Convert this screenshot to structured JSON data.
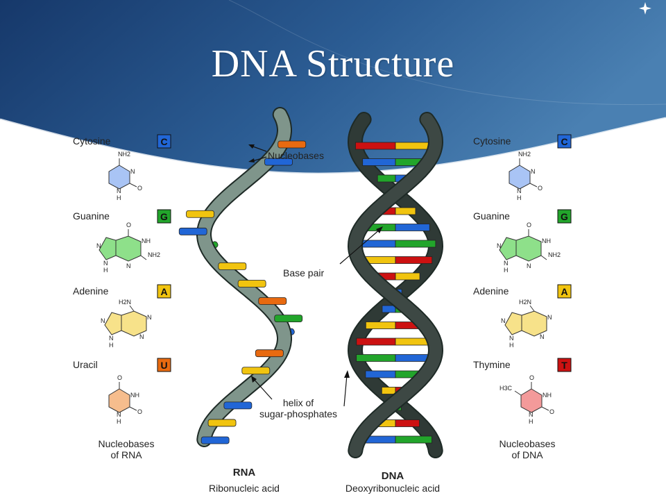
{
  "slide": {
    "title": "DNA Structure",
    "colors": {
      "header_dark": "#163a6e",
      "header_light": "#3f77aa",
      "rna_backbone": "#7f958b",
      "dna_backbone": "#3d4844",
      "cytosine": "#2166d6",
      "guanine": "#22a52b",
      "adenine": "#f1c40f",
      "uracil": "#e86a10",
      "thymine": "#cc1111"
    }
  },
  "rna_panel": {
    "bases": [
      {
        "name": "Cytosine",
        "letter": "C",
        "color": "#2166d6",
        "fill": "#a9c4f5",
        "atoms": [
          "NH2",
          "N",
          "N",
          "H",
          "O"
        ]
      },
      {
        "name": "Guanine",
        "letter": "G",
        "color": "#22a52b",
        "fill": "#8ee08a",
        "atoms": [
          "O",
          "NH",
          "NH2",
          "N",
          "N",
          "N",
          "H"
        ]
      },
      {
        "name": "Adenine",
        "letter": "A",
        "color": "#f1c40f",
        "fill": "#f7e28a",
        "atoms": [
          "H2N",
          "N",
          "N",
          "N",
          "N",
          "H"
        ]
      },
      {
        "name": "Uracil",
        "letter": "U",
        "color": "#e86a10",
        "fill": "#f6bd8d",
        "atoms": [
          "O",
          "NH",
          "N",
          "H",
          "O"
        ]
      }
    ],
    "caption_line1": "Nucleobases",
    "caption_line2": "of RNA"
  },
  "dna_panel": {
    "bases": [
      {
        "name": "Cytosine",
        "letter": "C",
        "color": "#2166d6",
        "fill": "#a9c4f5",
        "atoms": [
          "NH2",
          "N",
          "N",
          "H",
          "O"
        ]
      },
      {
        "name": "Guanine",
        "letter": "G",
        "color": "#22a52b",
        "fill": "#8ee08a",
        "atoms": [
          "O",
          "NH",
          "NH2",
          "N",
          "N",
          "N",
          "H"
        ]
      },
      {
        "name": "Adenine",
        "letter": "A",
        "color": "#f1c40f",
        "fill": "#f7e28a",
        "atoms": [
          "H2N",
          "N",
          "N",
          "N",
          "N",
          "H"
        ]
      },
      {
        "name": "Thymine",
        "letter": "T",
        "color": "#cc1111",
        "fill": "#f39a9a",
        "atoms": [
          "H3C",
          "O",
          "NH",
          "N",
          "H",
          "O"
        ]
      }
    ],
    "caption_line1": "Nucleobases",
    "caption_line2": "of DNA"
  },
  "annotations": {
    "nucleobases": "Nucleobases",
    "base_pair": "Base pair",
    "helix_line1": "helix of",
    "helix_line2": "sugar-phosphates"
  },
  "molecules": {
    "rna_name": "RNA",
    "rna_full": "Ribonucleic acid",
    "dna_name": "DNA",
    "dna_full": "Deoxyribonucleic acid"
  },
  "rna_helix_rungs": [
    {
      "color": "#e86a10",
      "side": "left"
    },
    {
      "color": "#2166d6",
      "side": "left"
    },
    {
      "color": "#2166d6",
      "side": "back"
    },
    {
      "color": "#e86a10",
      "side": "back"
    },
    {
      "color": "#f1c40f",
      "side": "right"
    },
    {
      "color": "#2166d6",
      "side": "right"
    },
    {
      "color": "#22a52b",
      "side": "back"
    },
    {
      "color": "#f1c40f",
      "side": "left"
    },
    {
      "color": "#f1c40f",
      "side": "left"
    },
    {
      "color": "#e86a10",
      "side": "left"
    },
    {
      "color": "#22a52b",
      "side": "left"
    },
    {
      "color": "#2166d6",
      "side": "back"
    },
    {
      "color": "#e86a10",
      "side": "right"
    },
    {
      "color": "#f1c40f",
      "side": "right"
    },
    {
      "color": "#22a52b",
      "side": "back"
    },
    {
      "color": "#2166d6",
      "side": "left"
    },
    {
      "color": "#f1c40f",
      "side": "left"
    },
    {
      "color": "#2166d6",
      "side": "left"
    }
  ],
  "dna_helix_pairs": [
    [
      "#cc1111",
      "#f1c40f"
    ],
    [
      "#2166d6",
      "#22a52b"
    ],
    [
      "#22a52b",
      "#2166d6"
    ],
    [
      "#f1c40f",
      "#cc1111"
    ],
    [
      "#cc1111",
      "#f1c40f"
    ],
    [
      "#22a52b",
      "#2166d6"
    ],
    [
      "#2166d6",
      "#22a52b"
    ],
    [
      "#f1c40f",
      "#cc1111"
    ],
    [
      "#cc1111",
      "#f1c40f"
    ],
    [
      "#22a52b",
      "#2166d6"
    ],
    [
      "#2166d6",
      "#22a52b"
    ],
    [
      "#f1c40f",
      "#cc1111"
    ],
    [
      "#cc1111",
      "#f1c40f"
    ],
    [
      "#22a52b",
      "#2166d6"
    ],
    [
      "#2166d6",
      "#22a52b"
    ],
    [
      "#f1c40f",
      "#cc1111"
    ],
    [
      "#2166d6",
      "#22a52b"
    ],
    [
      "#f1c40f",
      "#cc1111"
    ],
    [
      "#2166d6",
      "#22a52b"
    ]
  ]
}
